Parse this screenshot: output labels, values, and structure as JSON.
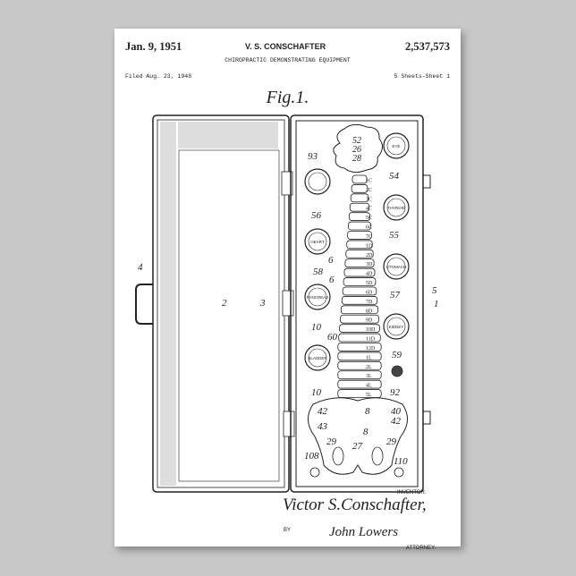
{
  "header": {
    "date": "Jan. 9, 1951",
    "inventor_header": "V. S. CONSCHAFTER",
    "patent_number": "2,537,573",
    "title": "CHIROPRACTIC DEMONSTRATING EQUIPMENT",
    "filed": "Filed Aug. 23, 1948",
    "sheet": "5 Sheets-Sheet 1",
    "figure": "Fig.1."
  },
  "footer": {
    "inventor_label": "INVENTOR.",
    "inventor_signature": "Victor S.Conschafter,",
    "by_label": "BY",
    "attorney_signature": "John Lowers",
    "attorney_label": "ATTORNEY."
  },
  "organs": {
    "eye": "EYE",
    "thyroid": "THYROID",
    "heart": "HEART",
    "stomach": "STOMACH",
    "pancreas": "PANCREAS",
    "kidney": "KIDNEY",
    "bladder": "BLADDER"
  },
  "vertebrae": [
    "1C",
    "2C",
    "3C",
    "4C",
    "5C",
    "6C",
    "7C",
    "1D",
    "2D",
    "3D",
    "4D",
    "5D",
    "6D",
    "7D",
    "8D",
    "9D",
    "10D",
    "11D",
    "12D",
    "1L",
    "2L",
    "3L",
    "4L",
    "5L"
  ],
  "numerals": {
    "n1": "1",
    "n2": "2",
    "n3": "3",
    "n4": "4",
    "n5": "5",
    "n6a": "6",
    "n6b": "6",
    "n8a": "8",
    "n8b": "8",
    "n10a": "10",
    "n10b": "10",
    "n26": "26",
    "n27": "27",
    "n28": "28",
    "n29a": "29",
    "n29b": "29",
    "n40": "40",
    "n42a": "42",
    "n42b": "42",
    "n43": "43",
    "n52": "52",
    "n54": "54",
    "n55": "55",
    "n56": "56",
    "n57": "57",
    "n58": "58",
    "n59": "59",
    "n60": "60",
    "n92": "92",
    "n93": "93",
    "n108": "108",
    "n110": "110"
  }
}
